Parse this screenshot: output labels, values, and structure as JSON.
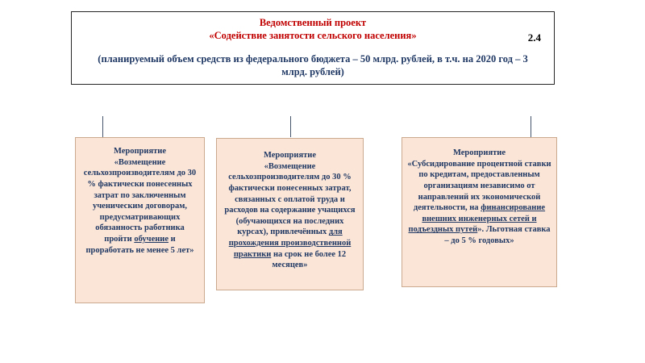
{
  "header": {
    "title_line1": "Ведомственный проект",
    "title_line2": "«Содействие занятости сельского населения»",
    "number": "2.4",
    "subtitle": "(планируемый объем средств из федерального бюджета – 50 млрд. рублей, в т.ч. на 2020 год – 3 млрд. рублей)"
  },
  "colors": {
    "title_red": "#c00000",
    "body_navy": "#1f3864",
    "box_fill": "#fbe5d6",
    "box_border": "#caa98f",
    "connector": "#44546a"
  },
  "boxes": [
    {
      "label": "Мероприятие",
      "pre": "«Возмещение сельхозпроизводителям до 30 % фактически понесенных затрат по заключенным ученическим договорам, предусматривающих обязанность работника пройти ",
      "underlined": "обучение",
      "post": " и проработать не менее 5 лет»"
    },
    {
      "label": "Мероприятие",
      "pre": "«Возмещение сельхозпроизводителям до 30 % фактически понесенных затрат, связанных с оплатой труда и расходов на содержание учащихся (обучающихся на последних курсах), привлечённых ",
      "underlined": "для прохождения производственной практики",
      "post": " на срок не более 12 месяцев»"
    },
    {
      "label": "Мероприятие",
      "pre": "«Субсидирование процентной ставки по кредитам, предоставленным организациям независимо от направлений их экономической деятельности, на ",
      "underlined": "финансирование внешних инженерных сетей и подъездных путей",
      "post": "». Льготная ставка – до 5 % годовых»"
    }
  ]
}
